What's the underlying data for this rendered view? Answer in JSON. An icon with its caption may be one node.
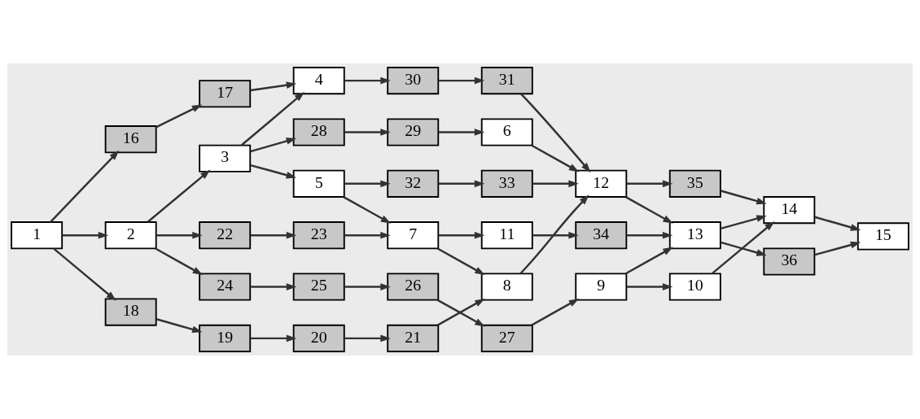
{
  "diagram": {
    "nodes": [
      {
        "text": [
          "24"
        ]
      },
      {
        "text": [
          "25"
        ]
      },
      {
        "text": [
          "26"
        ]
      },
      {
        "text": [
          "27"
        ]
      },
      {
        "text": [
          "9"
        ]
      },
      {
        "text": [
          "10"
        ]
      },
      {
        "text": [
          "16"
        ]
      },
      {
        "text": [
          "17"
        ]
      },
      {
        "text": [
          "4"
        ]
      },
      {
        "text": [
          "30"
        ]
      },
      {
        "text": [
          "31"
        ]
      },
      {
        "text": [
          "35"
        ]
      },
      {
        "text": [
          "14"
        ]
      },
      {
        "text": [
          "15"
        ]
      },
      {
        "text": [
          "3"
        ]
      },
      {
        "text": [
          "28"
        ]
      },
      {
        "text": [
          "29"
        ]
      },
      {
        "text": [
          "6"
        ]
      },
      {
        "text": [
          "12"
        ]
      },
      {
        "text": [
          "13"
        ]
      },
      {
        "text": [
          "36"
        ]
      },
      {
        "text": [
          "1"
        ]
      },
      {
        "text": [
          "2"
        ]
      },
      {
        "text": [
          "5"
        ]
      },
      {
        "text": [
          "32"
        ]
      },
      {
        "text": [
          "33"
        ]
      },
      {
        "text": [
          "34"
        ]
      },
      {
        "text": [
          "22"
        ]
      },
      {
        "text": [
          "23"
        ]
      },
      {
        "text": [
          "7"
        ]
      },
      {
        "text": [
          "11"
        ]
      },
      {
        "text": [
          "18"
        ]
      },
      {
        "text": [
          "19"
        ]
      },
      {
        "text": [
          "20"
        ]
      },
      {
        "text": [
          "21"
        ]
      },
      {
        "text": [
          "8"
        ]
      }
    ],
    "edges": [
      {
        "from": 21,
        "to": 6,
        "arrow": "to"
      },
      {
        "from": 21,
        "to": 22,
        "arrow": "to"
      },
      {
        "from": 21,
        "to": 31,
        "arrow": "to"
      },
      {
        "from": 22,
        "to": 0,
        "arrow": "to"
      },
      {
        "from": 22,
        "to": 14,
        "arrow": "to"
      },
      {
        "from": 22,
        "to": 27,
        "arrow": "to"
      },
      {
        "from": 6,
        "to": 7,
        "arrow": "to"
      },
      {
        "from": 7,
        "to": 8,
        "arrow": "to"
      },
      {
        "from": 0,
        "to": 1,
        "arrow": "to"
      },
      {
        "from": 1,
        "to": 2,
        "arrow": "to"
      },
      {
        "from": 2,
        "to": 3,
        "arrow": "to"
      },
      {
        "from": 3,
        "to": 4,
        "arrow": "to"
      },
      {
        "from": 4,
        "to": 5,
        "arrow": "to"
      },
      {
        "from": 4,
        "to": 19,
        "arrow": "to"
      },
      {
        "from": 5,
        "to": 12,
        "arrow": "to"
      },
      {
        "from": 14,
        "to": 8,
        "arrow": "to"
      },
      {
        "from": 14,
        "to": 15,
        "arrow": "to"
      },
      {
        "from": 14,
        "to": 23,
        "arrow": "to"
      },
      {
        "from": 15,
        "to": 16,
        "arrow": "to"
      },
      {
        "from": 16,
        "to": 17,
        "arrow": "to"
      },
      {
        "from": 17,
        "to": 18,
        "arrow": "to"
      },
      {
        "from": 8,
        "to": 9,
        "arrow": "to"
      },
      {
        "from": 9,
        "to": 10,
        "arrow": "to"
      },
      {
        "from": 10,
        "to": 18,
        "arrow": "to"
      },
      {
        "from": 23,
        "to": 24,
        "arrow": "to"
      },
      {
        "from": 24,
        "to": 25,
        "arrow": "to"
      },
      {
        "from": 25,
        "to": 18,
        "arrow": "to"
      },
      {
        "from": 23,
        "to": 29,
        "arrow": "to"
      },
      {
        "from": 27,
        "to": 28,
        "arrow": "to"
      },
      {
        "from": 28,
        "to": 29,
        "arrow": "to"
      },
      {
        "from": 29,
        "to": 30,
        "arrow": "to"
      },
      {
        "from": 29,
        "to": 35,
        "arrow": "to"
      },
      {
        "from": 30,
        "to": 26,
        "arrow": "to"
      },
      {
        "from": 35,
        "to": 18,
        "arrow": "to"
      },
      {
        "from": 31,
        "to": 32,
        "arrow": "to"
      },
      {
        "from": 32,
        "to": 33,
        "arrow": "to"
      },
      {
        "from": 33,
        "to": 34,
        "arrow": "to"
      },
      {
        "from": 34,
        "to": 35,
        "arrow": "to"
      },
      {
        "from": 18,
        "to": 11,
        "arrow": "to"
      },
      {
        "from": 18,
        "to": 19,
        "arrow": "to"
      },
      {
        "from": 26,
        "to": 19,
        "arrow": "to"
      },
      {
        "from": 11,
        "to": 12,
        "arrow": "to"
      },
      {
        "from": 19,
        "to": 12,
        "arrow": "to"
      },
      {
        "from": 19,
        "to": 20,
        "arrow": "to"
      },
      {
        "from": 12,
        "to": 13,
        "arrow": "to"
      },
      {
        "from": 20,
        "to": 13,
        "arrow": "to"
      }
    ]
  }
}
